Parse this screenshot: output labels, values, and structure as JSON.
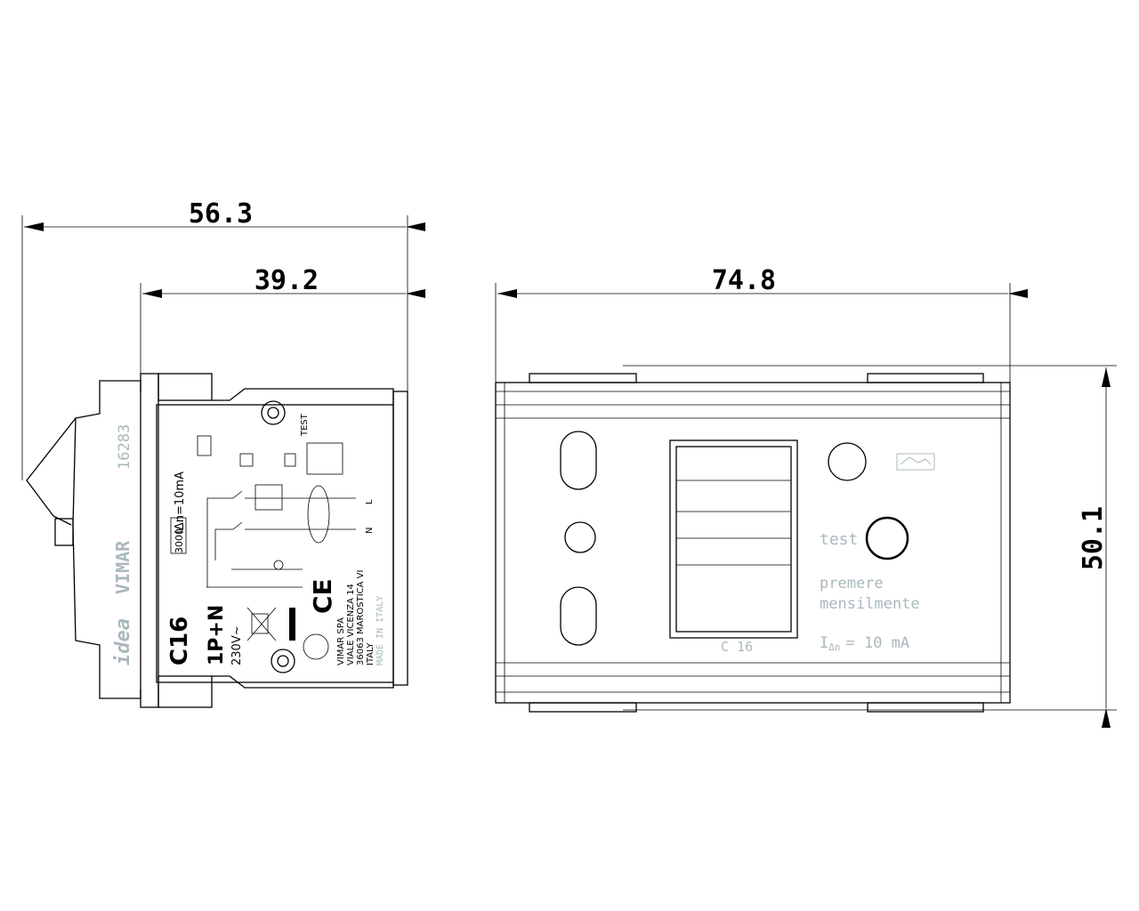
{
  "dimensions": {
    "overall_depth": "56.3",
    "body_depth": "39.2",
    "width": "74.8",
    "height": "50.1"
  },
  "side_view": {
    "brand_logo": "idea",
    "brand": "VIMAR",
    "code": "16283",
    "rated_current": "C16",
    "poles": "1P+N",
    "voltage": "230V~",
    "sensitivity": "IΔn=10mA",
    "breaking_capacity": "3000",
    "test_label": "TEST",
    "terminal_l": "L",
    "terminal_n": "N",
    "ce_mark": "CE",
    "manufacturer_lines": [
      "VIMAR  SPA",
      "VIALE  VICENZA 14",
      "36063  MAROSTICA  VI",
      "ITALY",
      "MADE  IN  ITALY"
    ]
  },
  "front_view": {
    "test_label": "test",
    "instruction_line1": "premere",
    "instruction_line2": "mensilmente",
    "sensitivity_prefix": "I",
    "sensitivity_sub": "Δn",
    "sensitivity_value": "=  10  mA",
    "rating_label": "C 16"
  }
}
